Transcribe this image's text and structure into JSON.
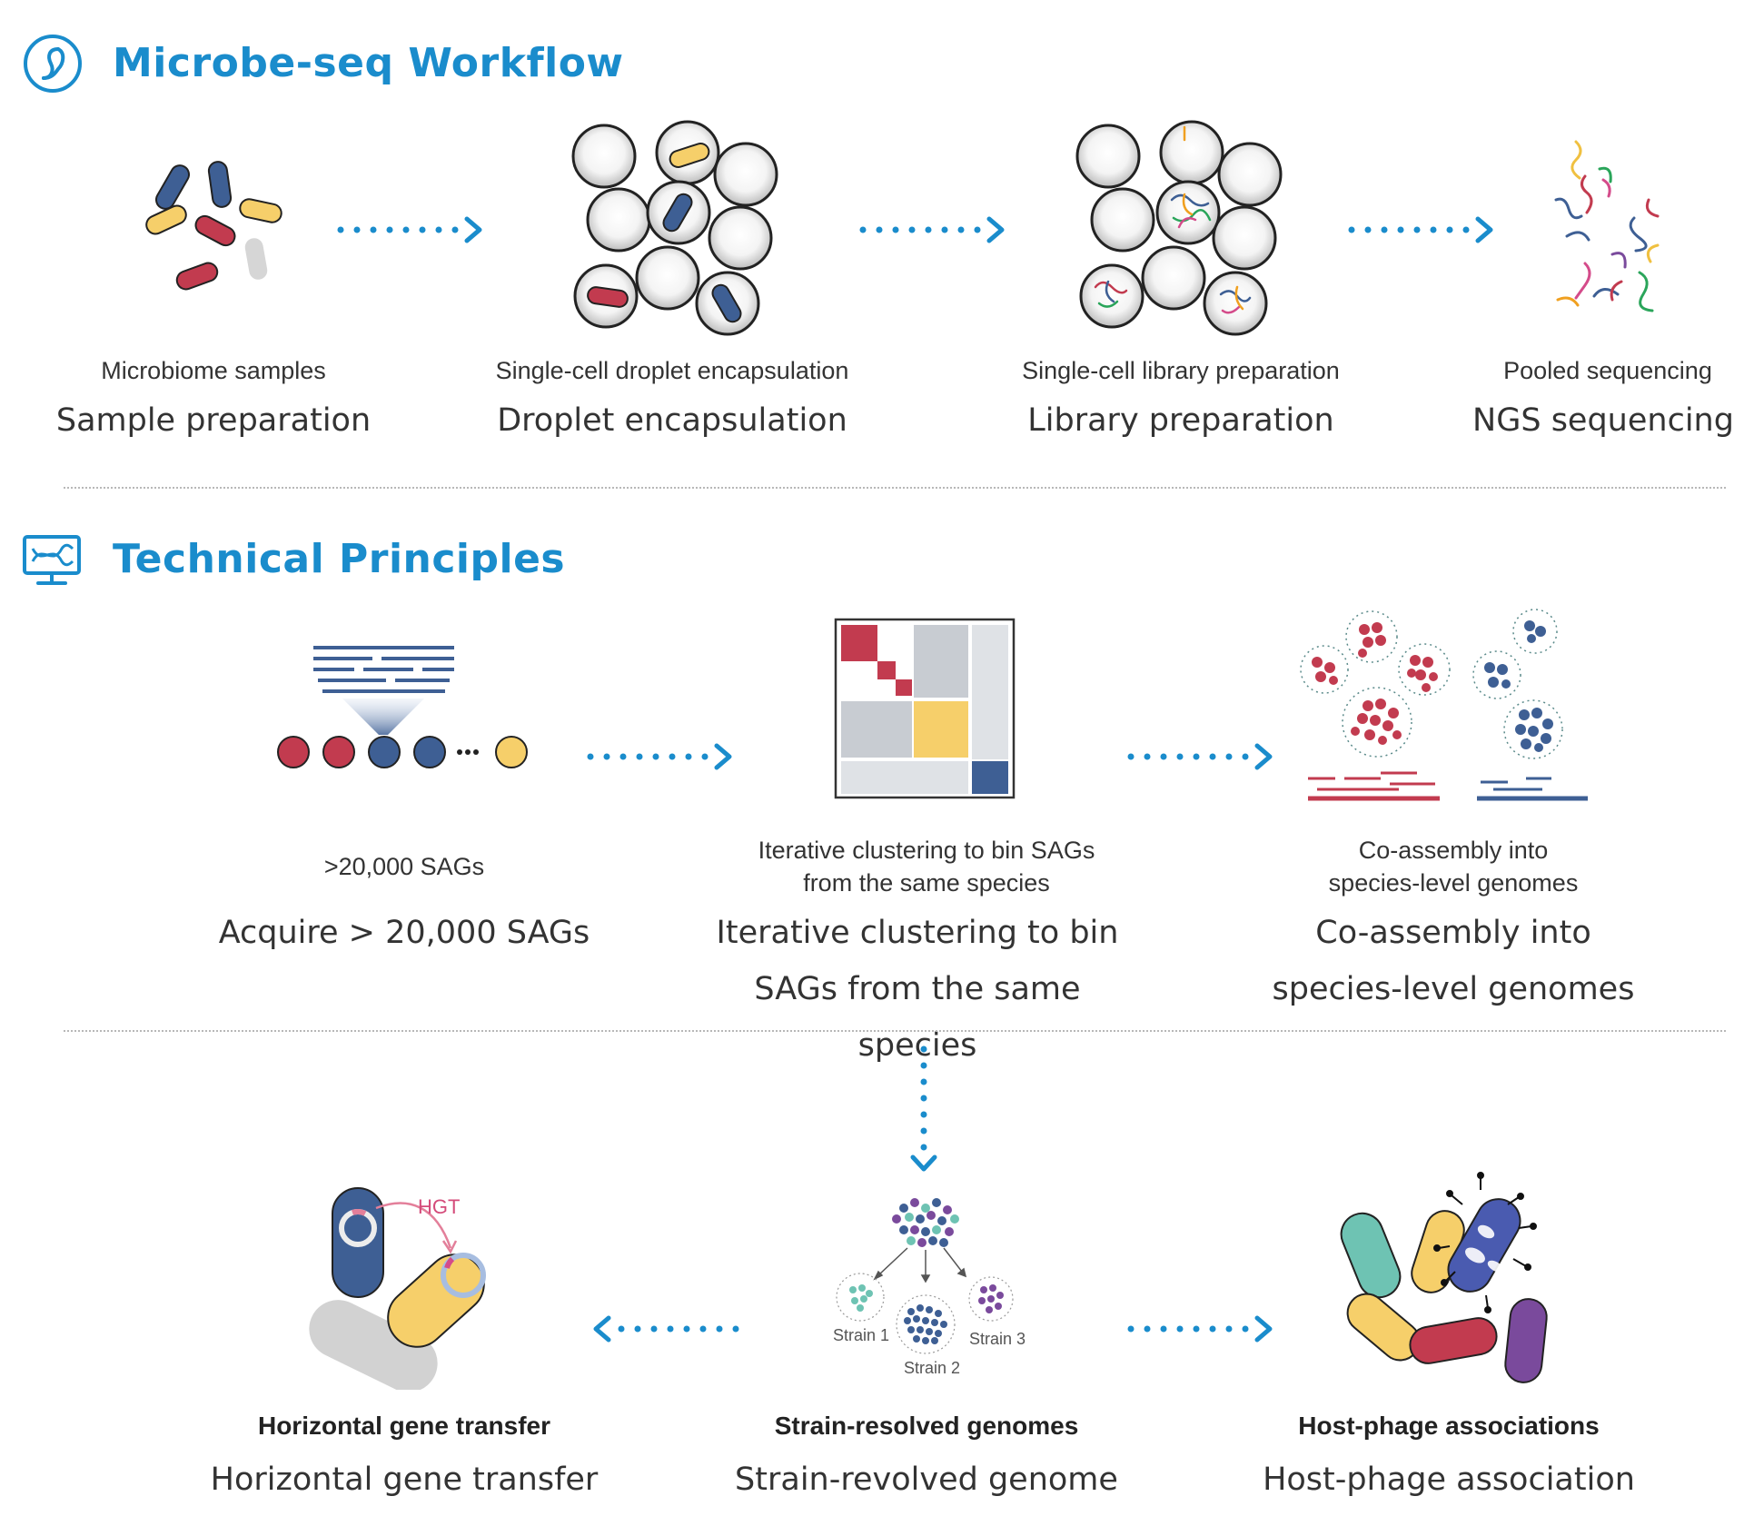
{
  "sections": {
    "workflow_title": "Microbe-seq Workflow",
    "principles_title": "Technical Principles"
  },
  "workflow": {
    "steps": [
      {
        "small": "Microbiome samples",
        "big": "Sample preparation"
      },
      {
        "small": "Single-cell droplet encapsulation",
        "big": "Droplet encapsulation"
      },
      {
        "small": "Single-cell library preparation",
        "big": "Library preparation"
      },
      {
        "small": "Pooled sequencing",
        "big": "NGS sequencing"
      }
    ]
  },
  "principles": {
    "steps": [
      {
        "small": ">20,000 SAGs",
        "big": "Acquire > 20,000 SAGs"
      },
      {
        "small_1": "Iterative clustering to bin SAGs",
        "small_2": "from the same species",
        "big_1": "Iterative clustering to bin",
        "big_2": "SAGs from the same species"
      },
      {
        "small_1": "Co-assembly into",
        "small_2": "species-level genomes",
        "big_1": "Co-assembly into",
        "big_2": "species-level genomes"
      }
    ]
  },
  "applications": {
    "hgt_label": "HGT",
    "strain_labels": [
      "Strain 1",
      "Strain 2",
      "Strain 3"
    ],
    "steps": [
      {
        "bold": "Horizontal gene transfer",
        "big": "Horizontal gene transfer"
      },
      {
        "bold": "Strain-resolved genomes",
        "big": "Strain-revolved genome"
      },
      {
        "bold": "Host-phage associations",
        "big": "Host-phage association"
      }
    ]
  },
  "colors": {
    "accent": "#1a8ccc",
    "red": "#c23b4f",
    "blue": "#3e5f94",
    "yellow": "#f6cf6a",
    "gray": "#d0d0d0",
    "teal": "#6ec3b3",
    "purple": "#7a4a9c"
  }
}
